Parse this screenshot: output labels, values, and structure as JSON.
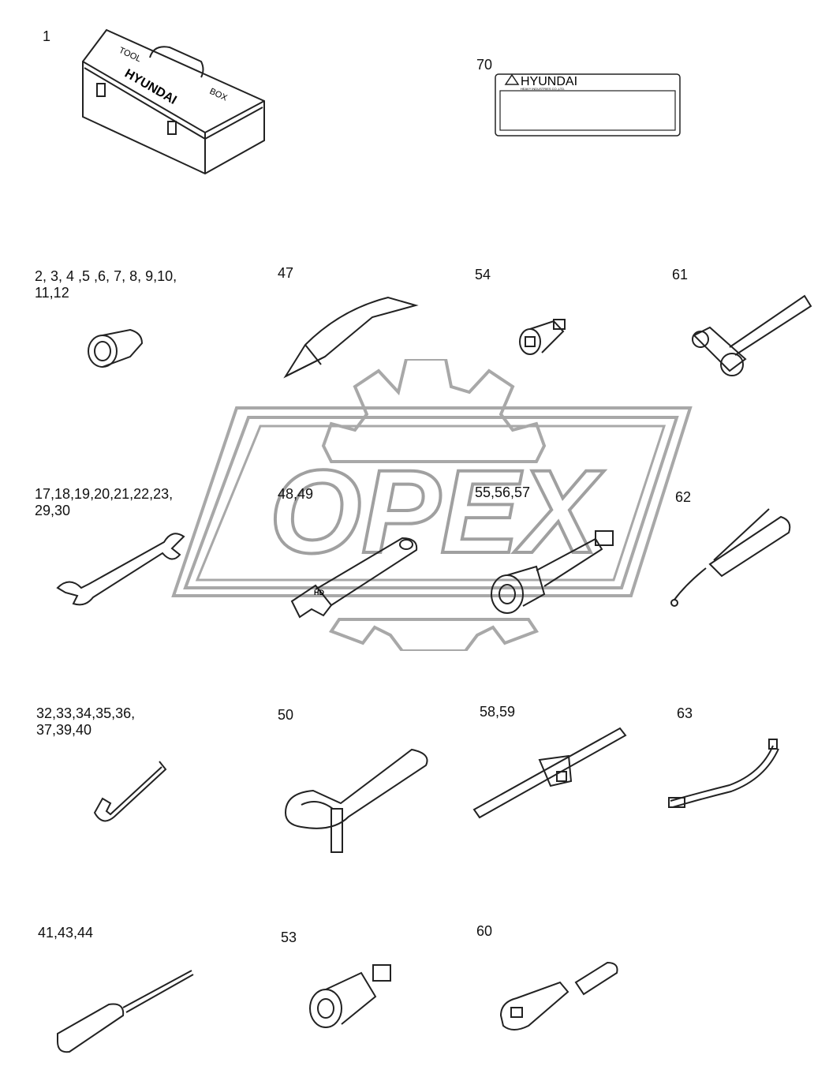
{
  "watermark": {
    "text": "OPEX",
    "color": "#9a9a9a"
  },
  "decal": {
    "brand": "HYUNDAI",
    "subtext": "HEAVY INDUSTRIES CO.,LTD."
  },
  "toolbox": {
    "lid_text_left": "TOOL",
    "lid_text_right": "BOX",
    "brand": "HYUNDAI"
  },
  "wrench_stamp": "HD",
  "labels": [
    {
      "id": "1",
      "text": "1"
    },
    {
      "id": "70",
      "text": "70"
    },
    {
      "id": "sockets",
      "text": "2, 3, 4 ,5 ,6, 7, 8, 9,10, 11,12"
    },
    {
      "id": "47",
      "text": "47"
    },
    {
      "id": "54",
      "text": "54"
    },
    {
      "id": "61",
      "text": "61"
    },
    {
      "id": "spanners",
      "text": "17,18,19,20,21,22,23, 29,30"
    },
    {
      "id": "48",
      "text": "48,49"
    },
    {
      "id": "55",
      "text": "55,56,57"
    },
    {
      "id": "62",
      "text": "62"
    },
    {
      "id": "hexkeys",
      "text": "32,33,34,35,36, 37,39,40"
    },
    {
      "id": "50",
      "text": "50"
    },
    {
      "id": "58",
      "text": "58,59"
    },
    {
      "id": "63",
      "text": "63"
    },
    {
      "id": "screwdrivers",
      "text": "41,43,44"
    },
    {
      "id": "53",
      "text": "53"
    },
    {
      "id": "60",
      "text": "60"
    }
  ]
}
